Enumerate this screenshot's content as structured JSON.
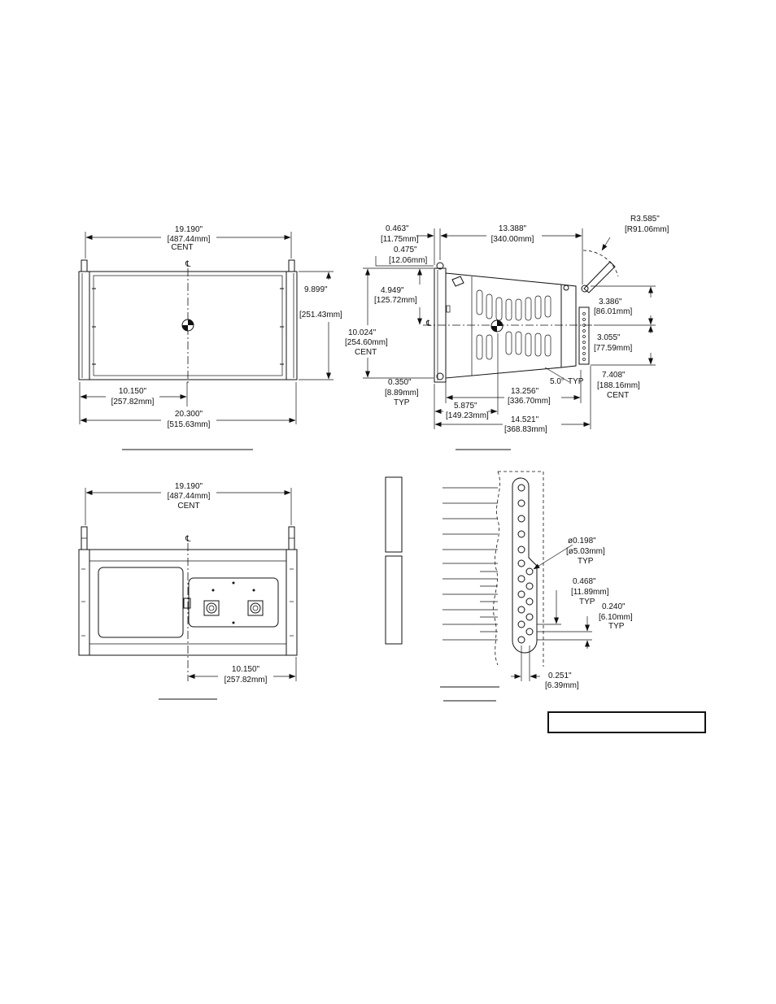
{
  "front_view": {
    "width_cent": [
      "19.190\"",
      "[487.44mm]",
      "CENT"
    ],
    "height": [
      "9.899\"",
      "[251.43mm]"
    ],
    "half_width": [
      "10.150\"",
      "[257.82mm]"
    ],
    "overall_width": [
      "20.300\"",
      "[515.63mm]"
    ],
    "centerline_mark": "℄"
  },
  "side_view": {
    "top_offset": [
      "0.463\"",
      "[11.75mm]"
    ],
    "flange": [
      "0.475\"",
      "[12.06mm]"
    ],
    "depth_top": [
      "13.388\"",
      "[340.00mm]"
    ],
    "radius": [
      "R3.585\"",
      "[R91.06mm]"
    ],
    "upper_half": [
      "4.949\"",
      "[125.72mm]"
    ],
    "front_height": [
      "10.024\"",
      "[254.60mm]",
      "CENT"
    ],
    "rear_upper": [
      "3.386\"",
      "[86.01mm]"
    ],
    "rear_lower": [
      "3.055\"",
      "[77.59mm]"
    ],
    "angle": [
      "5.0°",
      "TYP"
    ],
    "rear_total": [
      "7.408\"",
      "[188.16mm]",
      "CENT"
    ],
    "bottom_offset": [
      "0.350\"",
      "[8.89mm]",
      "TYP"
    ],
    "depth_bottom": [
      "13.256\"",
      "[336.70mm]"
    ],
    "cg_depth": [
      "5.875\"",
      "[149.23mm]"
    ],
    "overall_depth": [
      "14.521\"",
      "[368.83mm]"
    ],
    "centerline_mark": "℄"
  },
  "rear_view": {
    "width_cent": [
      "19.190\"",
      "[487.44mm]",
      "CENT"
    ],
    "half_width": [
      "10.150\"",
      "[257.82mm]"
    ],
    "centerline_mark": "℄"
  },
  "detail_view": {
    "hole_dia": [
      "ø0.198\"",
      "[ø5.03mm]",
      "TYP"
    ],
    "spacing": [
      "0.468\"",
      "[11.89mm]",
      "TYP"
    ],
    "offset": [
      "0.240\"",
      "[6.10mm]",
      "TYP"
    ],
    "pitch": [
      "0.251\"",
      "[6.39mm]"
    ]
  }
}
